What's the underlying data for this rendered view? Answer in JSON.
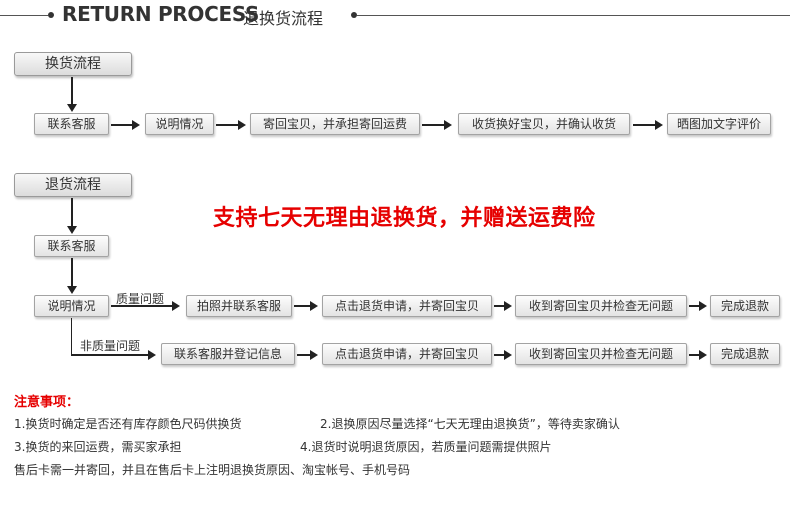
{
  "header": {
    "title_en": "RETURN PROCESS",
    "title_cn": "退换货流程"
  },
  "exchange": {
    "section_label": "换货流程",
    "steps": [
      "联系客服",
      "说明情况",
      "寄回宝贝，并承担寄回运费",
      "收货换好宝贝，并确认收货",
      "晒图加文字评价"
    ]
  },
  "refund": {
    "section_label": "退货流程",
    "first_step": "联系客服",
    "second_step": "说明情况",
    "branch_quality": {
      "label": "质量问题",
      "steps": [
        "拍照并联系客服",
        "点击退货申请，并寄回宝贝",
        "收到寄回宝贝并检查无问题",
        "完成退款"
      ]
    },
    "branch_non_quality": {
      "label": "非质量问题",
      "steps": [
        "联系客服并登记信息",
        "点击退货申请，并寄回宝贝",
        "收到寄回宝贝并检查无问题",
        "完成退款"
      ]
    }
  },
  "promo": "支持七天无理由退换货，并赠送运费险",
  "notice": {
    "title": "注意事项：",
    "items": [
      "1.换货时确定是否还有库存颜色尺码供换货",
      "2.退换原因尽量选择“七天无理由退换货”，等待卖家确认",
      "3.换货的来回运费，需买家承担",
      "4.退货时说明退货原因，若质量问题需提供照片",
      "售后卡需一并寄回，并且在售后卡上注明退换货原因、淘宝帐号、手机号码"
    ]
  },
  "colors": {
    "accent_red": "#e60000",
    "text": "#333333"
  }
}
